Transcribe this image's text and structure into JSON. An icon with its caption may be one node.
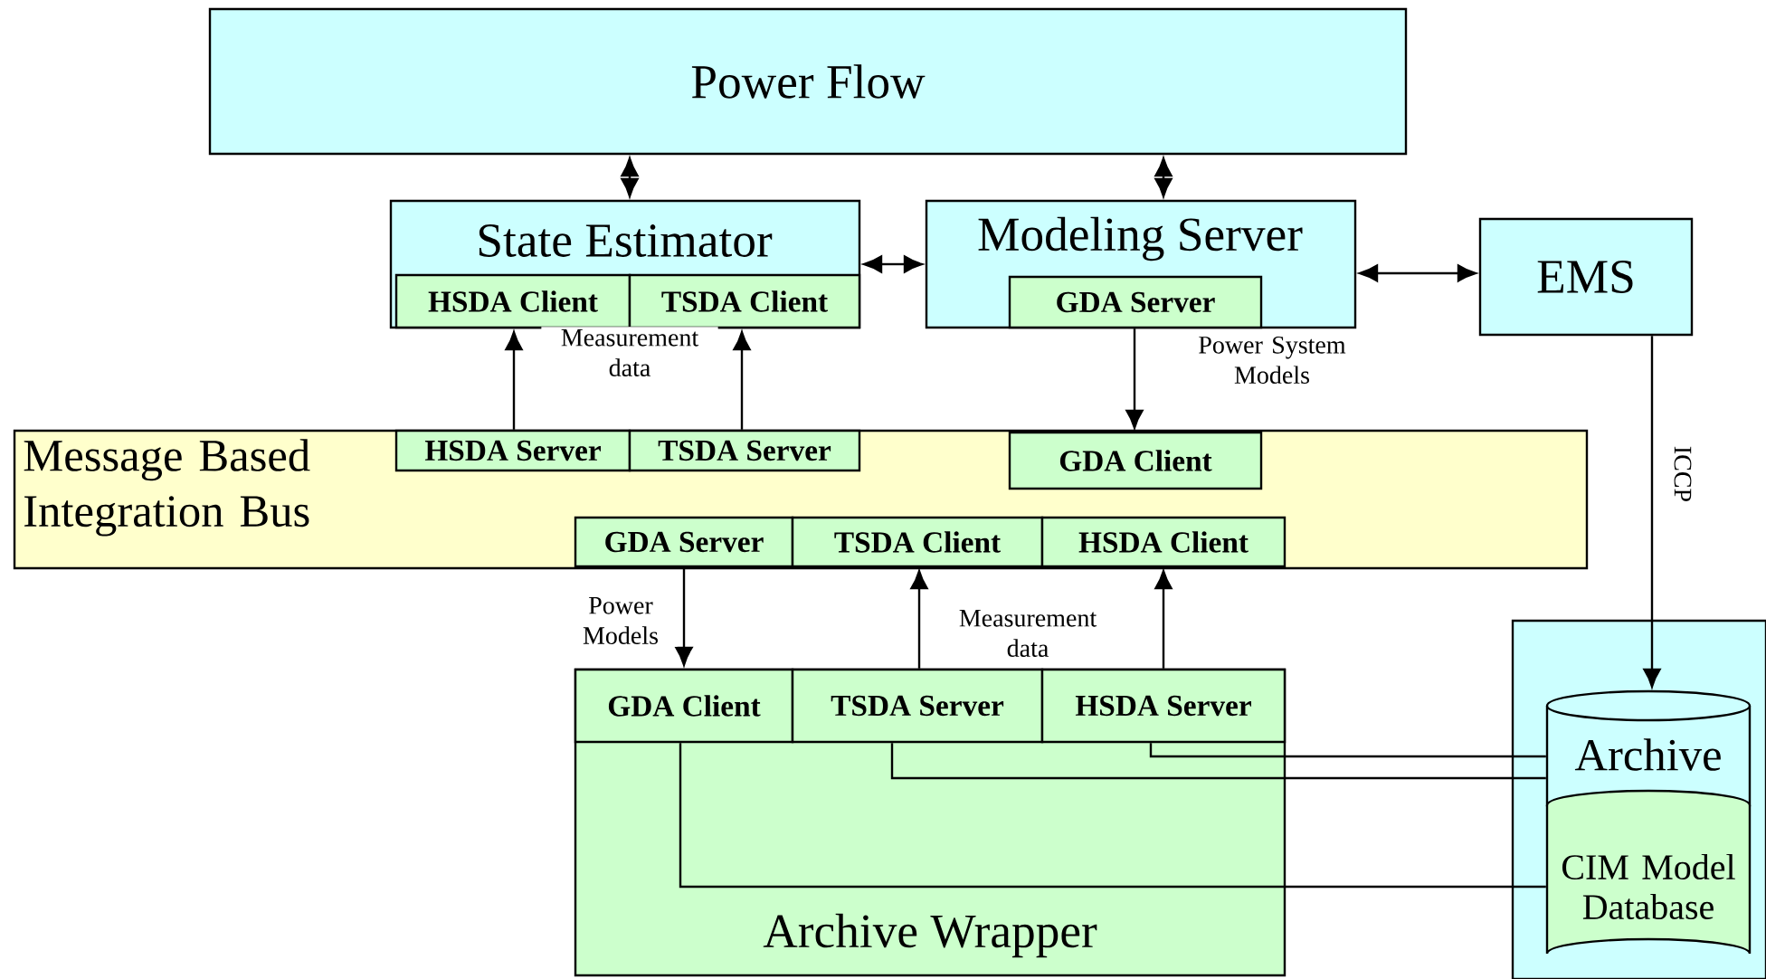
{
  "diagram": {
    "nodes": [
      {
        "text": [
          "Power Flow"
        ]
      },
      {
        "text": [
          "State Estimator"
        ]
      },
      {
        "text": [
          "HSDA Client"
        ],
        "in": 1
      },
      {
        "text": [
          "TSDA Client"
        ],
        "in": 1
      },
      {
        "text": [
          "Modeling Server"
        ]
      },
      {
        "text": [
          "GDA Server"
        ],
        "in": 4
      },
      {
        "text": [
          "EMS"
        ]
      },
      {
        "text": [
          "Message Based Integration Bus"
        ]
      },
      {
        "text": [
          "HSDA Server"
        ],
        "in": 7
      },
      {
        "text": [
          "TSDA Server"
        ],
        "in": 7
      },
      {
        "text": [
          "GDA Client"
        ],
        "in": 7
      },
      {
        "text": [
          "GDA Server"
        ],
        "in": 7
      },
      {
        "text": [
          "TSDA Client"
        ],
        "in": 7
      },
      {
        "text": [
          "HSDA Client"
        ],
        "in": 7
      },
      {
        "text": [
          "Archive Wrapper"
        ]
      },
      {
        "text": [
          "GDA Client"
        ],
        "in": 14
      },
      {
        "text": [
          "TSDA Server"
        ],
        "in": 14
      },
      {
        "text": [
          "HSDA Server"
        ],
        "in": 14
      },
      {
        "text": [],
        "shape": "box"
      },
      {
        "text": [
          "Archive"
        ],
        "in": 18
      },
      {
        "text": [
          "CIM Model Database"
        ],
        "in": 18
      }
    ],
    "edges": [
      {
        "from": 0,
        "to": 1,
        "arrow": "both"
      },
      {
        "from": 0,
        "to": 4,
        "arrow": "both"
      },
      {
        "from": 1,
        "to": 4,
        "arrow": "both"
      },
      {
        "from": 4,
        "to": 6,
        "arrow": "both"
      },
      {
        "from": 8,
        "to": 2,
        "arrow": "to"
      },
      {
        "from": 9,
        "to": 3,
        "arrow": "to"
      },
      {
        "from": 5,
        "to": 10,
        "arrow": "to",
        "label": "Power System Models"
      },
      {
        "from": 6,
        "to": 19,
        "arrow": "to",
        "label": "ICCP"
      },
      {
        "from": 11,
        "to": 15,
        "arrow": "to",
        "label": "Power Models"
      },
      {
        "from": 16,
        "to": 12,
        "arrow": "to"
      },
      {
        "from": 17,
        "to": 13,
        "arrow": "to"
      },
      {
        "from": 17,
        "to": 19,
        "arrow": "none"
      },
      {
        "from": 16,
        "to": 19,
        "arrow": "none"
      },
      {
        "from": 15,
        "to": 20,
        "arrow": "none"
      }
    ],
    "labels": [
      "Measurement data",
      "Measurement data"
    ]
  }
}
